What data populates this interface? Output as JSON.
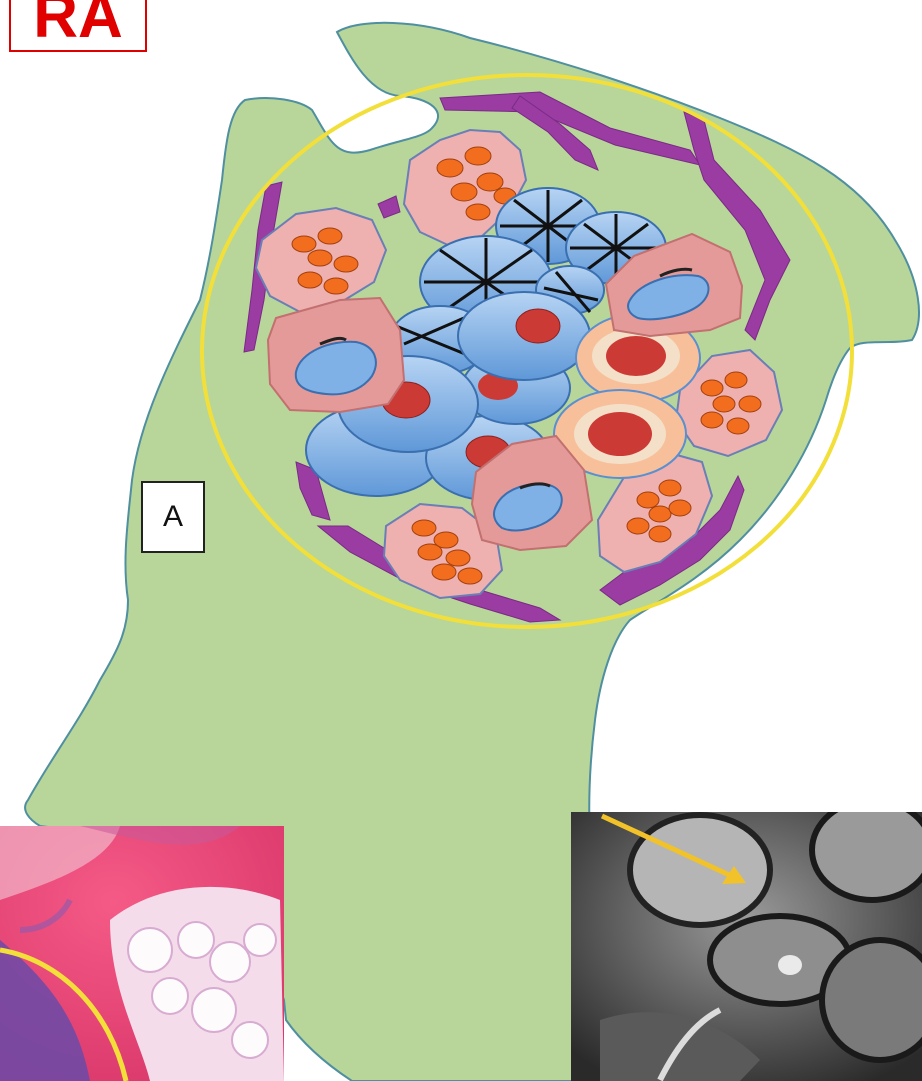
{
  "title": "RA",
  "marker_label": "A",
  "colors": {
    "title_red": "#e00000",
    "bone_green": "#b8d69a",
    "outline_teal": "#4f8fa0",
    "ring_yellow": "#f2df3a",
    "vessel_purple": "#9a3ca2",
    "cell_blue": "#7fb0e6",
    "nucleus_red": "#cc3a36",
    "cell_pink": "#efb0b0",
    "granule_orange": "#f36d1e",
    "peach": "#f7c09a"
  },
  "icons": {
    "histology_inset": "histology-photo",
    "mri_inset": "mri-photo"
  }
}
